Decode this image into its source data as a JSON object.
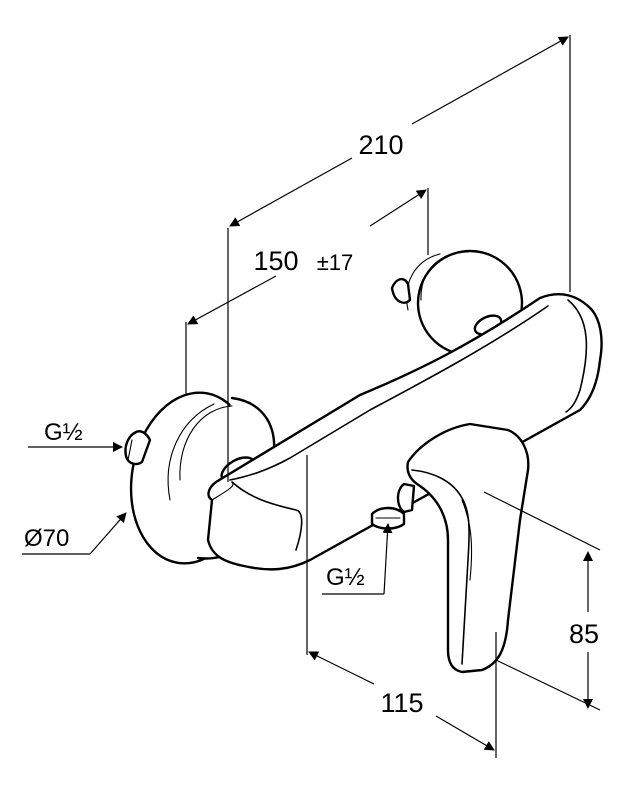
{
  "dimensions": {
    "overall_depth": "210",
    "centre_distance": "150",
    "centre_tolerance": "±17",
    "inlet_thread": "G½",
    "rosette_diameter": "Ø70",
    "outlet_thread": "G½",
    "body_height": "85",
    "body_width": "115"
  }
}
